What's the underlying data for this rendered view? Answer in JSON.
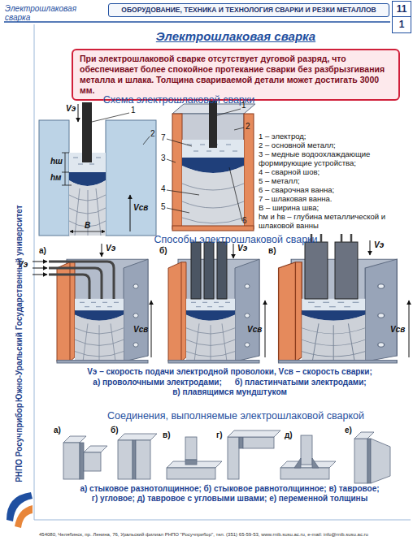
{
  "diagram": {
    "title": "Электрошлаковая сварка",
    "nodes": [
      {
        "text": [
          "ОБОРУДОВАНИЕ, ТЕХНИКА И ТЕХНОЛОГИЯ СВАРКИ И РЕЗКИ МЕТАЛЛОВ"
        ]
      },
      {
        "text": [
          "11",
          "1"
        ]
      },
      {
        "text": [
          "При электрошлаковой сварке отсутствует дуговой разряд, что обеспечивает более спокойное протекание сварки без разбрызгивания металла и шлака. Толщина свариваемой детали может достигать 3000 мм."
        ]
      }
    ],
    "labels": [
      "Электрошлаковая сварка",
      "Схема электрошлаковой сварки",
      "Vэ",
      "1",
      "2",
      "hш",
      "hм",
      "B",
      "Vсв",
      "1",
      "2",
      "7",
      "3",
      "4",
      "5",
      "6",
      "1 – электрод;",
      "2 – основной металл;",
      "3 – медные водоохлаждающие формирующие устройства;",
      "4 – сварной шов;",
      "5 – металл;",
      "6 – сварочная ванна;",
      "7 – шлаковая ванна.",
      "B – ширина шва;",
      "hм и hв – глубина металлической и шлаковой ванны",
      "Способы электрошлаковой сварки",
      "а)",
      "Vэ",
      "Vэ",
      "Vсв",
      "б)",
      "Vэ",
      "Vсв",
      "в)",
      "Vэ",
      "Vсв",
      "Vэ – скорость подачи электродной проволоки, Vсв – скорость сварки;",
      "а) проволочными электродами;",
      "б) пластинчатыми электродами;",
      "в) плавящимся мундштуком",
      "Соединения, выполняемые электрошлаковой сваркой",
      "а)",
      "б)",
      "в)",
      "г)",
      "д)",
      "е)",
      "а) стыковое разнотолщинное; б) стыковое равнотолщинное; в) тавровое;",
      "г) угловое; д) тавровое с угловыми швами; е) переменной толщины",
      "Южно-Уральский Государственный университет",
      "РНПО Росучприбор",
      "454080, Челябинск, пр. Ленина, 76, Уральский филиал РНПО \"Росучприбор\", тел. (351) 65-59-53, www.rnib.susu.ac.ru, e-mail: info@rnib.susu.ac.ru"
    ]
  }
}
